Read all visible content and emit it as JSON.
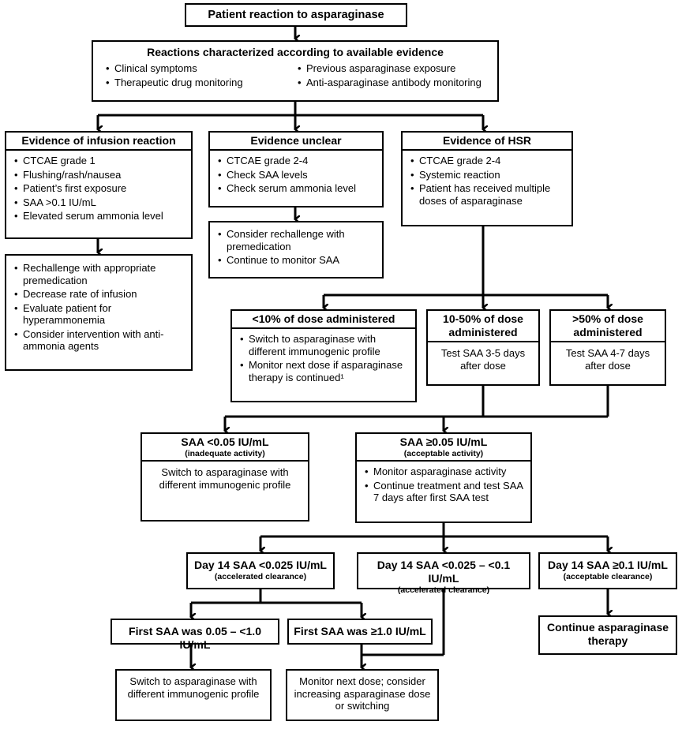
{
  "top": {
    "title": "Patient reaction to asparaginase"
  },
  "reactions": {
    "title": "Reactions characterized according to available evidence",
    "left_items": [
      "Clinical symptoms",
      "Therapeutic drug monitoring"
    ],
    "right_items": [
      "Previous asparaginase exposure",
      "Anti-asparaginase antibody monitoring"
    ]
  },
  "infusion": {
    "title": "Evidence of infusion reaction",
    "items": [
      "CTCAE grade 1",
      "Flushing/rash/nausea",
      "Patient’s first exposure",
      "SAA >0.1 IU/mL",
      "Elevated serum ammonia level"
    ]
  },
  "infusion_action": {
    "items": [
      "Rechallenge with appropriate premedication",
      "Decrease rate of infusion",
      "Evaluate patient for hyperammonemia",
      "Consider intervention with anti-ammonia agents"
    ]
  },
  "unclear": {
    "title": "Evidence unclear",
    "items": [
      "CTCAE grade 2-4",
      "Check SAA levels",
      "Check serum ammonia level"
    ]
  },
  "unclear_action": {
    "items": [
      "Consider rechallenge with premedication",
      "Continue to monitor SAA"
    ]
  },
  "hsr": {
    "title": "Evidence of HSR",
    "items": [
      "CTCAE grade 2-4",
      "Systemic reaction",
      "Patient has received multiple doses of asparaginase"
    ]
  },
  "dose_lt10": {
    "title": "<10% of dose administered",
    "items": [
      "Switch to asparaginase with different immunogenic profile",
      "Monitor next dose if asparaginase therapy is continued¹"
    ]
  },
  "dose_10_50": {
    "title": "10-50% of dose administered",
    "body": "Test SAA 3-5 days after dose"
  },
  "dose_gt50": {
    "title": ">50% of dose administered",
    "body": "Test SAA 4-7 days after dose"
  },
  "saa_low": {
    "title": "SAA <0.05 IU/mL",
    "subtitle": "(inadequate activity)",
    "body": "Switch to asparaginase with different immunogenic profile"
  },
  "saa_ok": {
    "title": "SAA ≥0.05 IU/mL",
    "subtitle": "(acceptable activity)",
    "items": [
      "Monitor asparaginase activity",
      "Continue treatment and test SAA 7 days after first SAA test"
    ]
  },
  "day14_a": {
    "title": "Day 14 SAA <0.025 IU/mL",
    "subtitle": "(accelerated clearance)"
  },
  "day14_b": {
    "title": "Day 14 SAA <0.025 – <0.1 IU/mL",
    "subtitle": "(accelerated clearance)"
  },
  "day14_c": {
    "title": "Day 14 SAA ≥0.1 IU/mL",
    "subtitle": "(acceptable clearance)"
  },
  "first_saa_a": {
    "title": "First SAA was 0.05 – <1.0 IU/mL"
  },
  "first_saa_b": {
    "title": "First SAA was ≥1.0 IU/mL"
  },
  "continue": {
    "title": "Continue asparaginase therapy"
  },
  "switch_final": {
    "body": "Switch to asparaginase with different immunogenic profile"
  },
  "monitor_final": {
    "body": "Monitor next dose; consider increasing asparaginase dose or switching"
  }
}
